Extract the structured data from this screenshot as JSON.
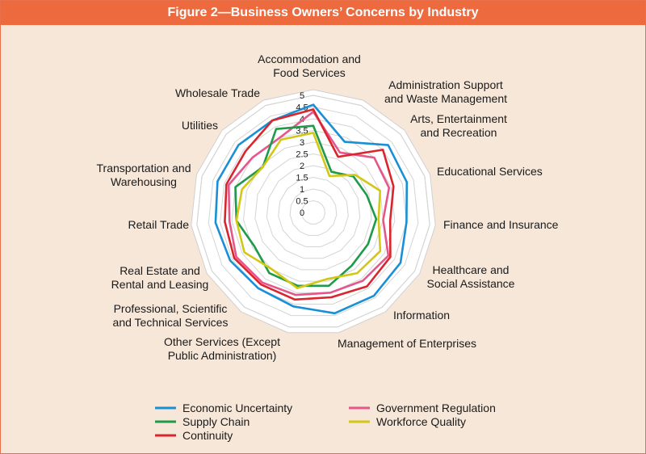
{
  "figure_title": "Figure 2—Business Owners’ Concerns by Industry",
  "chart_data": {
    "type": "radar",
    "title": "Figure 2—Business Owners’ Concerns by Industry",
    "rlim": [
      0,
      5
    ],
    "ticks": [
      "0",
      "0.5",
      "1",
      "1.5",
      "2",
      "2.5",
      "3",
      "3.5",
      "4",
      "4.5",
      "5"
    ],
    "grid": true,
    "legend_position": "bottom",
    "categories": [
      [
        "Accommodation and",
        "Food Services"
      ],
      [
        "Administration Support",
        "and Waste Management"
      ],
      [
        "Arts, Entertainment",
        "and Recreation"
      ],
      [
        "Educational Services"
      ],
      [
        "Finance and Insurance"
      ],
      [
        "Healthcare and",
        "Social Assistance"
      ],
      [
        "Information"
      ],
      [
        "Management of Enterprises"
      ],
      [
        "Other Services (Except",
        "Public Administration)"
      ],
      [
        "Professional, Scientific",
        "and Technical Services"
      ],
      [
        "Real Estate and",
        "Rental and Leasing"
      ],
      [
        "Retail Trade"
      ],
      [
        "Transportation and",
        "Warehousing"
      ],
      [
        "Utilities"
      ],
      [
        "Wholesale Trade"
      ]
    ],
    "series": [
      {
        "name": "Economic Uncertainty",
        "color": "#1b8fd6",
        "values": [
          4.6,
          3.3,
          4.3,
          4.2,
          4.0,
          4.3,
          4.4,
          4.4,
          4.1,
          4.0,
          4.1,
          4.2,
          4.3,
          4.3,
          4.3
        ]
      },
      {
        "name": "Government Regulation",
        "color": "#e5578b",
        "values": [
          4.3,
          2.8,
          3.5,
          3.4,
          3.0,
          3.7,
          3.6,
          3.5,
          3.6,
          3.7,
          3.8,
          3.6,
          3.8,
          3.5,
          3.5
        ]
      },
      {
        "name": "Supply Chain",
        "color": "#1f9a48",
        "values": [
          3.7,
          1.9,
          2.3,
          2.4,
          2.7,
          2.7,
          2.8,
          3.2,
          3.2,
          3.2,
          2.9,
          3.3,
          3.5,
          2.9,
          3.9
        ]
      },
      {
        "name": "Workforce Quality",
        "color": "#d3c716",
        "values": [
          3.4,
          1.7,
          2.4,
          3.0,
          2.8,
          3.3,
          3.2,
          2.9,
          3.3,
          3.0,
          3.4,
          3.3,
          3.2,
          2.9,
          3.4
        ]
      },
      {
        "name": "Continuity",
        "color": "#d8262d",
        "values": [
          4.4,
          2.6,
          4.0,
          3.6,
          3.3,
          3.8,
          3.9,
          3.7,
          3.8,
          3.8,
          3.9,
          3.8,
          3.9,
          3.9,
          4.3
        ]
      }
    ],
    "legend": [
      {
        "name": "Economic Uncertainty",
        "color": "#1b8fd6"
      },
      {
        "name": "Government Regulation",
        "color": "#e5578b"
      },
      {
        "name": "Supply Chain",
        "color": "#1f9a48"
      },
      {
        "name": "Workforce Quality",
        "color": "#d3c716"
      },
      {
        "name": "Continuity",
        "color": "#d8262d"
      }
    ]
  }
}
